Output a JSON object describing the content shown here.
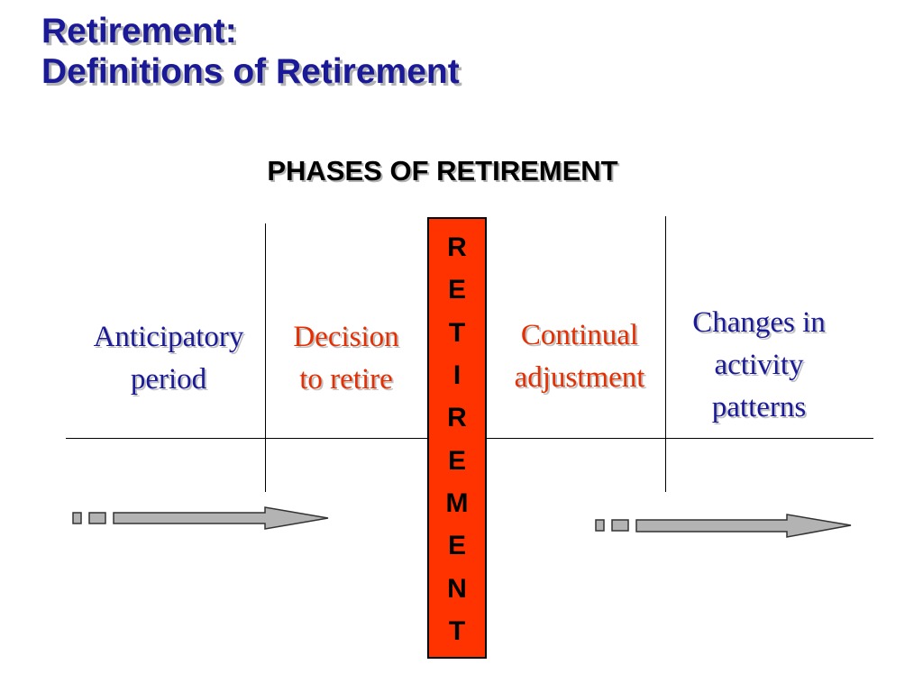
{
  "title": {
    "line1": "Retirement:",
    "line2": "Definitions of Retirement"
  },
  "subtitle": "PHASES OF RETIREMENT",
  "retirement_letters": [
    "R",
    "E",
    "T",
    "I",
    "R",
    "E",
    "M",
    "E",
    "N",
    "T"
  ],
  "phases": [
    {
      "lines": [
        "Anticipatory",
        "period"
      ],
      "color": "#1a1a99"
    },
    {
      "lines": [
        "Decision",
        "to retire"
      ],
      "color": "#e62e00"
    },
    {
      "lines": [
        "Continual",
        "adjustment"
      ],
      "color": "#e62e00"
    },
    {
      "lines": [
        "Changes in",
        "activity",
        "patterns"
      ],
      "color": "#1a1a99"
    }
  ],
  "colors": {
    "title": "#1a1a99",
    "retirement_box": "#ff3300",
    "arrow_fill": "#b3b3b3"
  },
  "icons": {
    "left_arrow": "dashed-arrow-right-icon",
    "right_arrow": "dashed-arrow-right-icon"
  }
}
